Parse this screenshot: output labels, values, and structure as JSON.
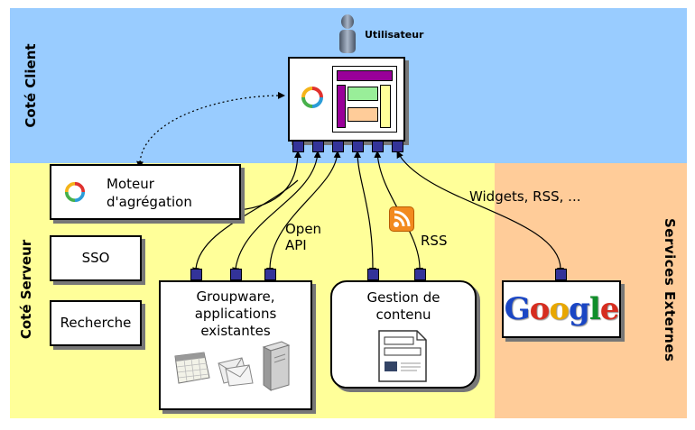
{
  "zones": {
    "client": "Coté Client",
    "server": "Coté Serveur",
    "external": "Services Externes"
  },
  "user": {
    "label": "Utilisateur"
  },
  "portal": {
    "icon": "aggregator-logo-icon",
    "ports": 6
  },
  "aggregator": {
    "line1": "Moteur",
    "line2": "d'agrégation"
  },
  "sso": {
    "label": "SSO"
  },
  "search": {
    "label": "Recherche"
  },
  "groupware": {
    "line1": "Groupware,",
    "line2": "applications",
    "line3": "existantes"
  },
  "cms": {
    "line1": "Gestion de",
    "line2": "contenu"
  },
  "google": {
    "label": "Google"
  },
  "connectors": {
    "open_api_1": "Open",
    "open_api_2": "API",
    "rss": "RSS",
    "widgets": "Widgets, RSS, ..."
  },
  "colors": {
    "client_zone": "#99ccff",
    "server_zone": "#ffff99",
    "external_zone": "#ffcc99",
    "port": "#333399",
    "rss_orange": "#f28a1e"
  }
}
